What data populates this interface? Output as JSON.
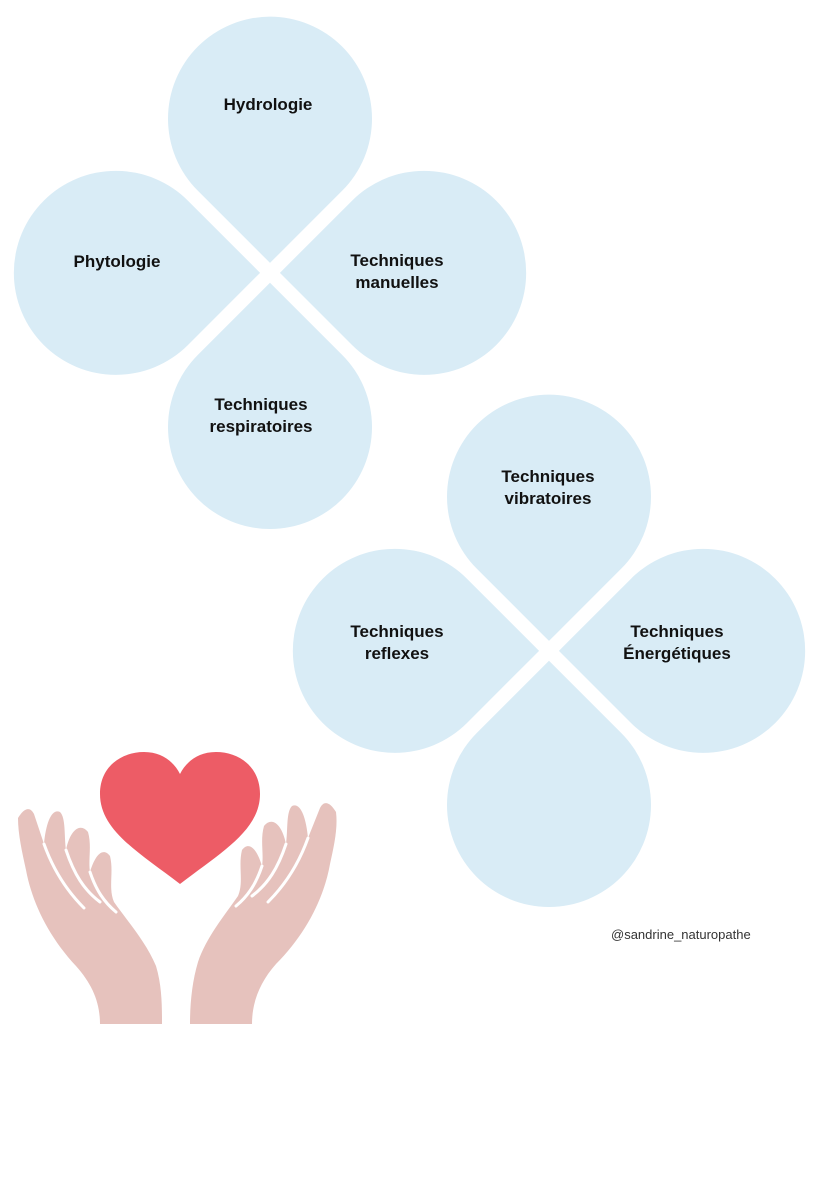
{
  "clover_top": {
    "petals": [
      {
        "label": "Hydrologie"
      },
      {
        "label": "Techniques\nmanuelles"
      },
      {
        "label": "Techniques\nrespiratoires"
      },
      {
        "label": "Phytologie"
      }
    ]
  },
  "clover_bottom": {
    "petals": [
      {
        "label": "Techniques\nvibratoires"
      },
      {
        "label": "Techniques\nÉnergétiques"
      },
      {
        "label": ""
      },
      {
        "label": "Techniques\nreflexes"
      }
    ]
  },
  "handle": "@sandrine_naturopathe",
  "illustration": {
    "icon": "hands-holding-heart-icon",
    "heart_color": "#ed5c66",
    "hands_color": "#e6c2bd"
  },
  "colors": {
    "petal": "#d9ecf6",
    "text": "#111111"
  }
}
